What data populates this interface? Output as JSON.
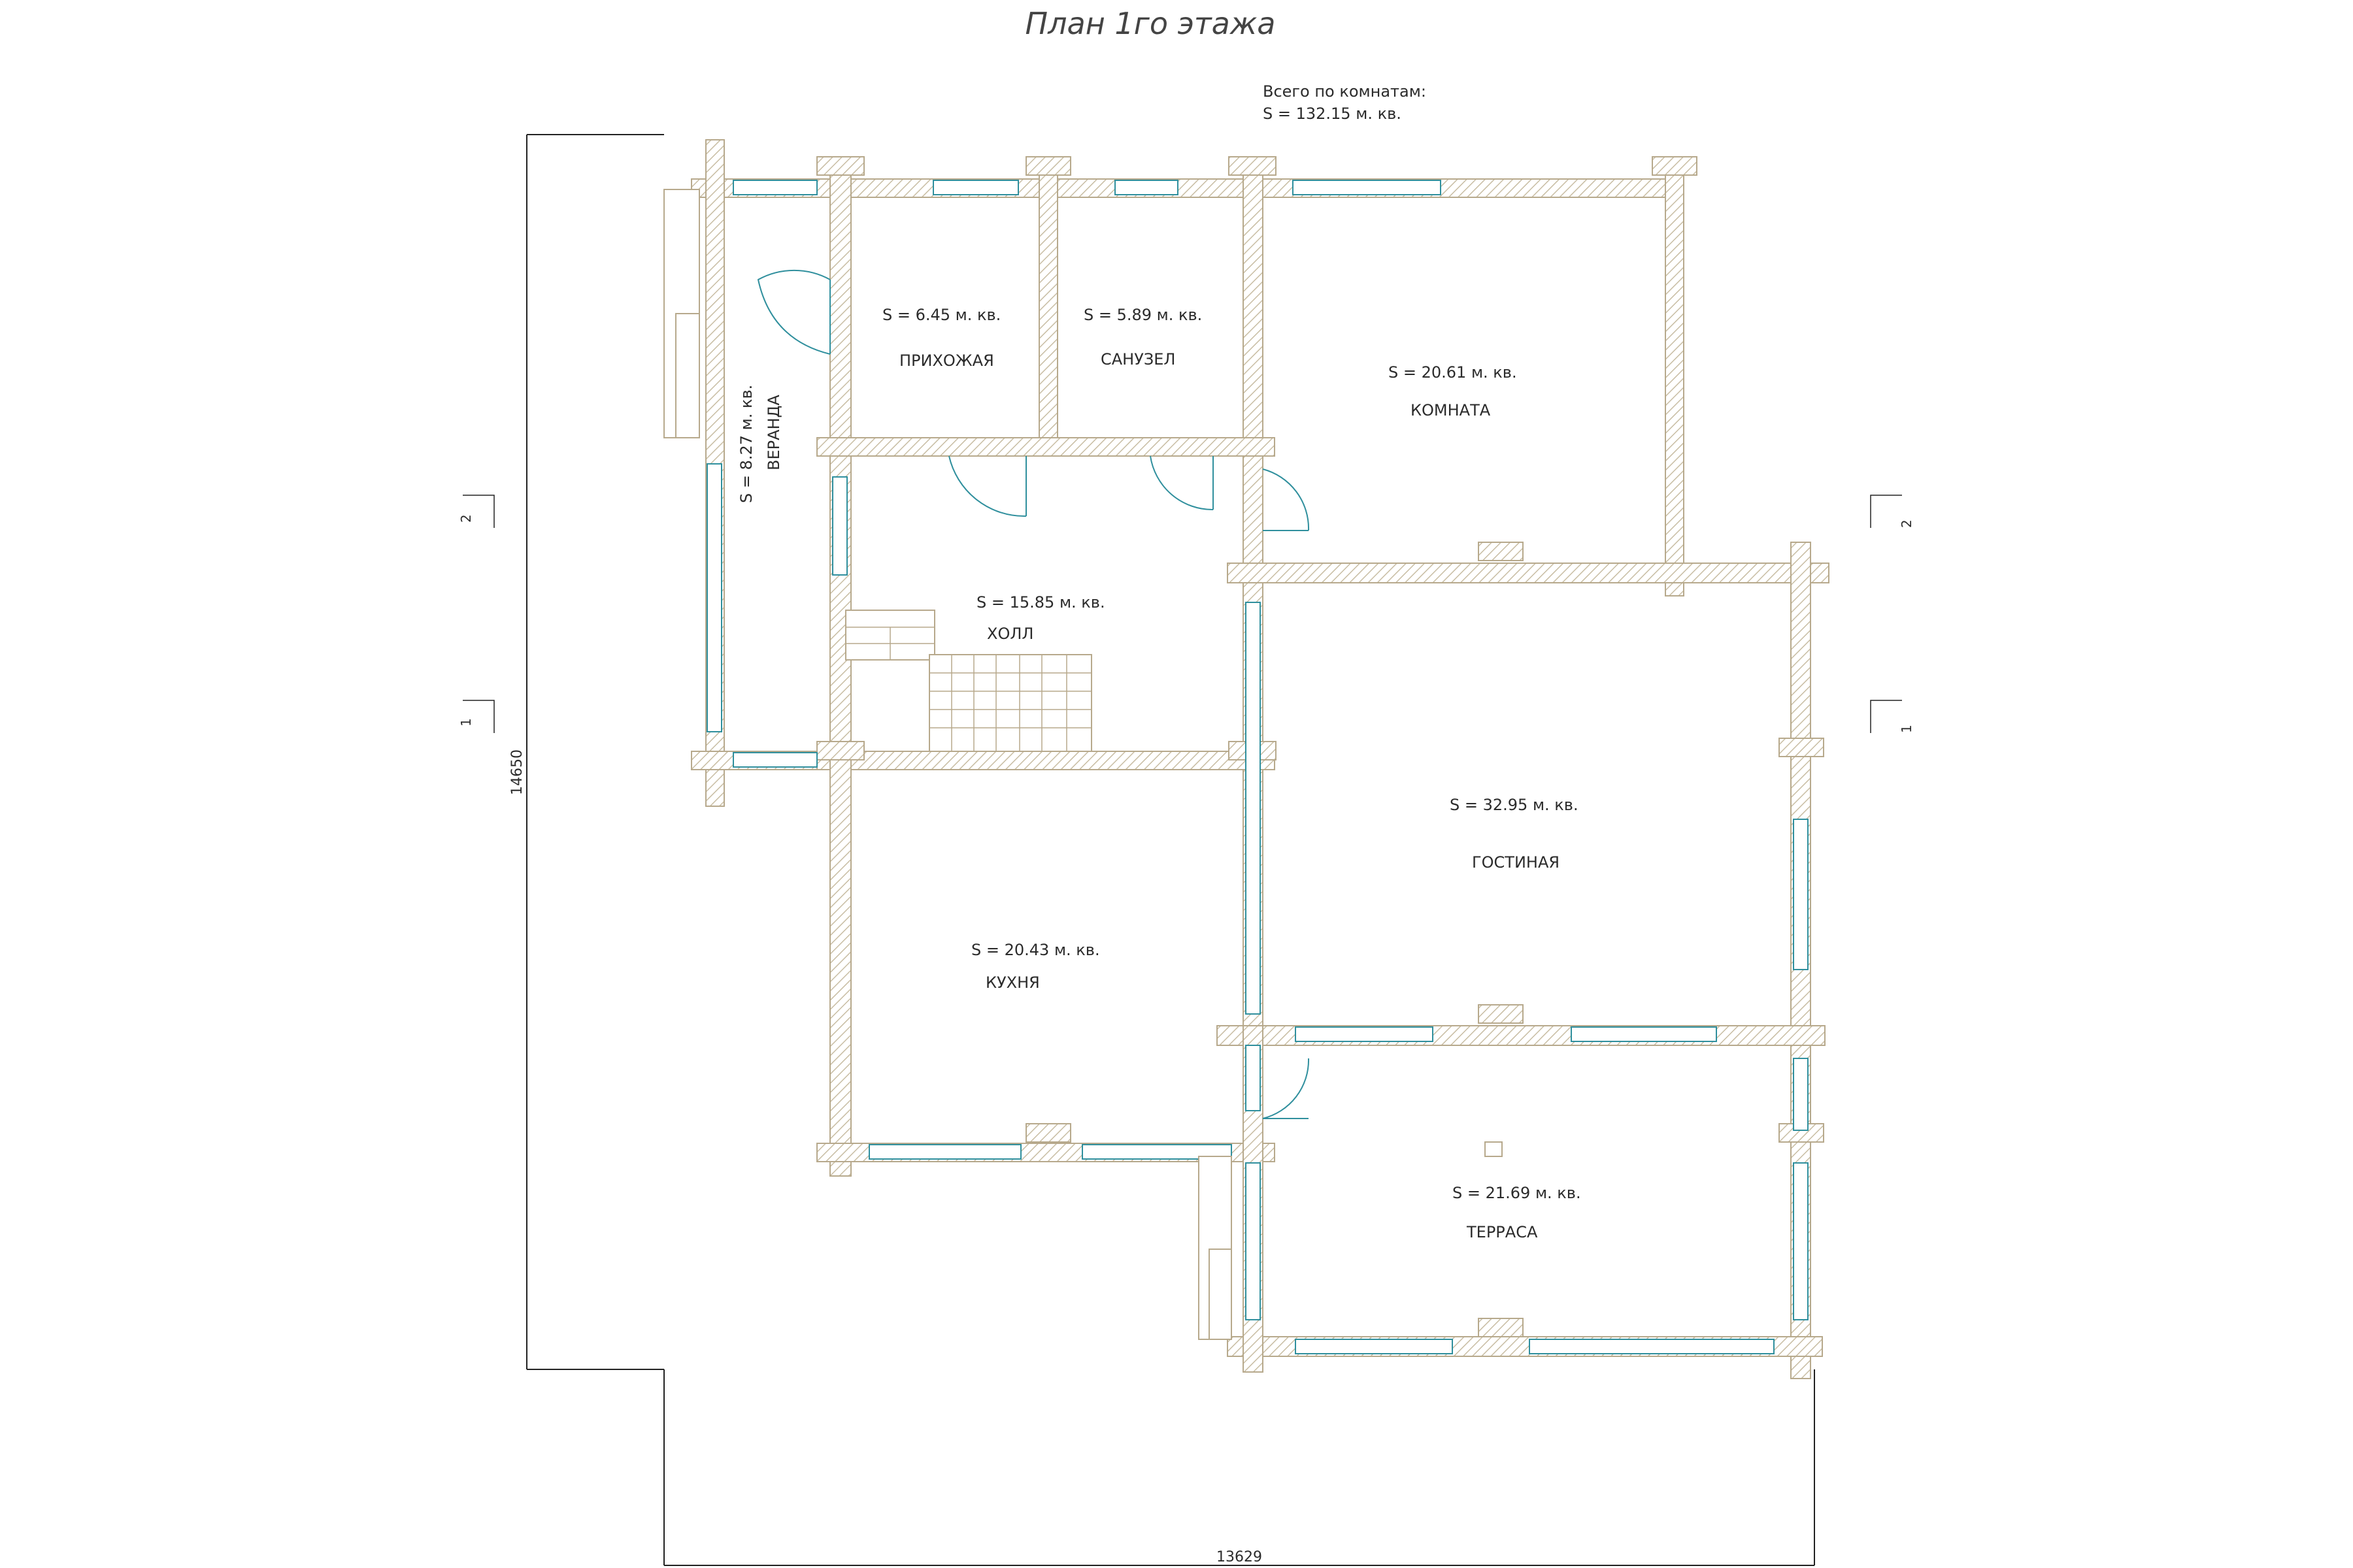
{
  "title": "План 1го этажа",
  "total": {
    "caption": "Всего по комнатам:",
    "value": "S   =   132.15 м. кв."
  },
  "rooms": [
    {
      "name": "ВЕРАНДА",
      "area": "S   =   8.27 м. кв."
    },
    {
      "name": "ПРИХОЖАЯ",
      "area": "S   =   6.45 м. кв."
    },
    {
      "name": "САНУЗЕЛ",
      "area": "S   =   5.89 м. кв."
    },
    {
      "name": "КОМНАТА",
      "area": "S   =   20.61 м. кв."
    },
    {
      "name": "ХОЛЛ",
      "area": "S   =   15.85 м. кв."
    },
    {
      "name": "ГОСТИНАЯ",
      "area": "S   =   32.95 м. кв."
    },
    {
      "name": "КУХНЯ",
      "area": "S   =   20.43 м. кв."
    },
    {
      "name": "ТЕРРАСА",
      "area": "S   =   21.69 м. кв."
    }
  ],
  "dimensions": {
    "height": "14650",
    "width": "13629"
  },
  "section_marks": {
    "mark_1": "1",
    "mark_2": "2"
  },
  "colors": {
    "wall": "#b7a98c",
    "window": "#2f8f9d",
    "ink": "#222222"
  }
}
